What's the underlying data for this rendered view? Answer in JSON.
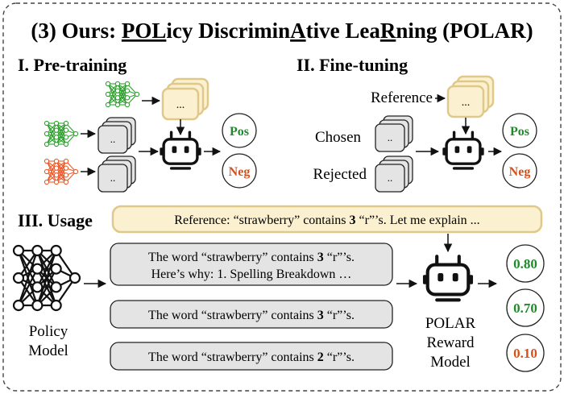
{
  "title": {
    "prefix": "(3) Ours: ",
    "parts": [
      {
        "text": "POL",
        "underline": true
      },
      {
        "text": "icy Discrimin",
        "underline": false
      },
      {
        "text": "A",
        "underline": true
      },
      {
        "text": "tive Lea",
        "underline": false
      },
      {
        "text": "R",
        "underline": true
      },
      {
        "text": "ning (POLAR)",
        "underline": false
      }
    ]
  },
  "sections": {
    "pretraining": "I. Pre-training",
    "finetuning": "II. Fine-tuning",
    "usage": "III. Usage"
  },
  "labels": {
    "ellipsis_short": "...",
    "ellipsis_dots": "..",
    "pos": "Pos",
    "neg": "Neg",
    "reference": "Reference",
    "chosen": "Chosen",
    "rejected": "Rejected",
    "policy_model_line1": "Policy",
    "policy_model_line2": "Model",
    "reward_model_line1": "POLAR",
    "reward_model_line2": "Reward",
    "reward_model_line3": "Model"
  },
  "usage": {
    "reference_before": "Reference: “strawberry” contains ",
    "reference_bold": "3",
    "reference_after": " “r”’s. Let me explain ...",
    "responses": [
      {
        "line1_before": "The word “strawberry” contains ",
        "line1_bold": "3",
        "line1_after": " “r”’s.",
        "line2": "Here’s why: 1. Spelling Breakdown …",
        "score": "0.80",
        "score_color": "#1f8a2a"
      },
      {
        "line1_before": "The word “strawberry” contains ",
        "line1_bold": "3",
        "line1_after": " “r”’s.",
        "line2": "",
        "score": "0.70",
        "score_color": "#1f8a2a"
      },
      {
        "line1_before": "The word “strawberry” contains ",
        "line1_bold": "2",
        "line1_after": " “r”’s.",
        "line2": "",
        "score": "0.10",
        "score_color": "#d2521c"
      }
    ]
  },
  "colors": {
    "green": "#1f8a2a",
    "orange": "#d2521c",
    "green_net": "#2fa12f",
    "orange_net": "#ee5a2a",
    "reference_fill": "#fbf0cf",
    "reference_stroke": "#e0c889",
    "gray_fill": "#e4e4e4"
  }
}
